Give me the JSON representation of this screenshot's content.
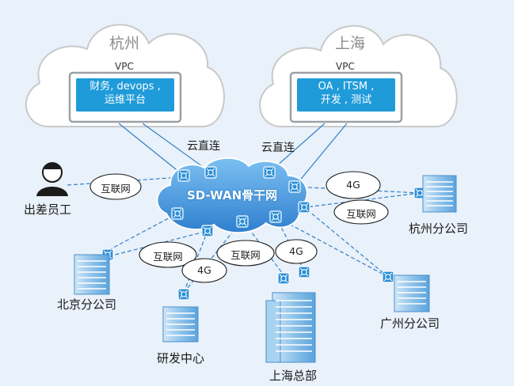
{
  "clouds": {
    "hangzhou": {
      "title": "杭州",
      "vpc_label": "VPC",
      "services": [
        "财务, devops ,",
        "运维平台"
      ]
    },
    "shanghai": {
      "title": "上海",
      "vpc_label": "VPC",
      "services": [
        "OA , ITSM ,",
        "开发 , 测试"
      ]
    }
  },
  "cloud_links": [
    "云直连",
    "云直连"
  ],
  "backbone": "SD-WAN骨干网",
  "bubbles": {
    "internet_1": "互联网",
    "internet_2": "互联网",
    "internet_3": "互联网",
    "internet_4": "互联网",
    "g4_1": "4G",
    "g4_2": "4G",
    "g4_3": "4G"
  },
  "sites": {
    "traveling_staff": "出差员工",
    "hangzhou_branch": "杭州分公司",
    "beijing_branch": "北京分公司",
    "guangzhou_branch": "广州分公司",
    "rd_center": "研发中心",
    "shanghai_hq": "上海总部"
  },
  "colors": {
    "background": "#e9f1fa",
    "accent_blue": "#1f9bd9",
    "link_line": "#2f80c8",
    "cloud_fill": "#ffffff",
    "backbone_cloud": "#4a9be0"
  }
}
